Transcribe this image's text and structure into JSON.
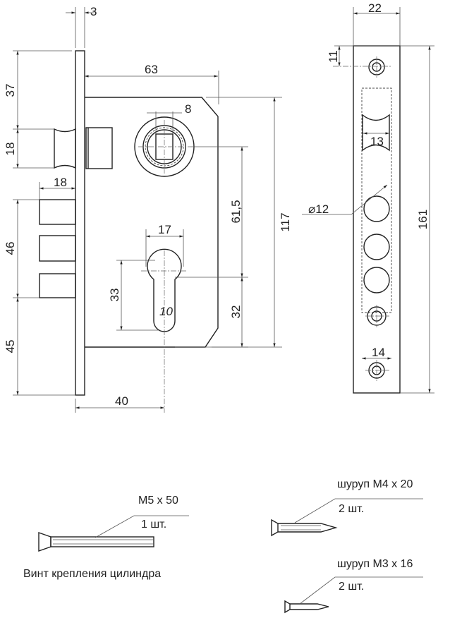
{
  "dimensions": {
    "faceplate_thickness": "3",
    "backset_top": "63",
    "spindle_square": "8",
    "latch_height": "18",
    "top_offset": "37",
    "bolt_projection": "18",
    "bolt_span": "46",
    "bottom_offset": "45",
    "spindle_to_cylinder": "61,5",
    "body_height": "117",
    "cylinder_width": "17",
    "cylinder_height": "33",
    "cylinder_to_bottom": "32",
    "cylinder_slot": "10",
    "cylinder_backset": "40",
    "strike_width": "22",
    "strike_top_hole": "11",
    "strike_latch_width": "13",
    "strike_hole_diameter": "⌀12",
    "strike_height": "161",
    "strike_hole_spacing": "14"
  },
  "parts": [
    {
      "name": "M5 x 50",
      "qty": "1 шт.",
      "caption": "Винт крепления цилиндра"
    },
    {
      "name": "шуруп М4 x 20",
      "qty": "2 шт."
    },
    {
      "name": "шуруп М3 x 16",
      "qty": "2 шт."
    }
  ]
}
